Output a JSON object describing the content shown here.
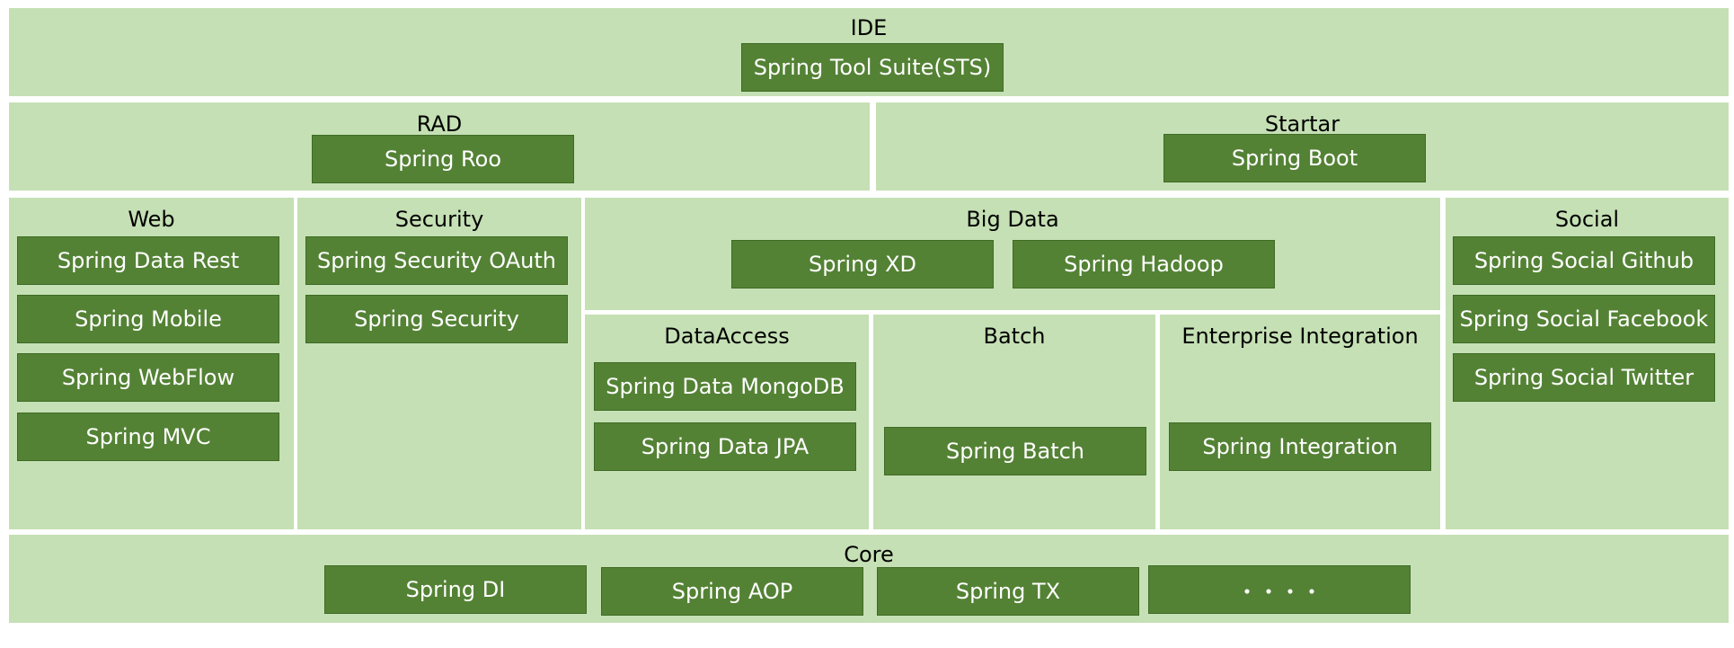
{
  "colors": {
    "panel": "#c5e0b4",
    "box": "#548235",
    "box_text": "#ffffff",
    "title_text": "#000000",
    "background": "#ffffff"
  },
  "ide": {
    "title": "IDE",
    "items": [
      "Spring Tool Suite(STS)"
    ]
  },
  "rad": {
    "title": "RAD",
    "items": [
      "Spring Roo"
    ]
  },
  "startar": {
    "title": "Startar",
    "items": [
      "Spring Boot"
    ]
  },
  "web": {
    "title": "Web",
    "items": [
      "Spring Data Rest",
      "Spring Mobile",
      "Spring WebFlow",
      "Spring MVC"
    ]
  },
  "security": {
    "title": "Security",
    "items": [
      "Spring Security OAuth",
      "Spring Security"
    ]
  },
  "bigdata": {
    "title": "Big Data",
    "items": [
      "Spring XD",
      "Spring Hadoop"
    ]
  },
  "dataaccess": {
    "title": "DataAccess",
    "items": [
      "Spring Data MongoDB",
      "Spring Data JPA"
    ]
  },
  "batch": {
    "title": "Batch",
    "items": [
      "Spring Batch"
    ]
  },
  "integration": {
    "title": "Enterprise Integration",
    "items": [
      "Spring Integration"
    ]
  },
  "social": {
    "title": "Social",
    "items": [
      "Spring Social Github",
      "Spring Social Facebook",
      "Spring Social Twitter"
    ]
  },
  "core": {
    "title": "Core",
    "items": [
      "Spring DI",
      "Spring AOP",
      "Spring TX",
      "・・・・"
    ]
  }
}
